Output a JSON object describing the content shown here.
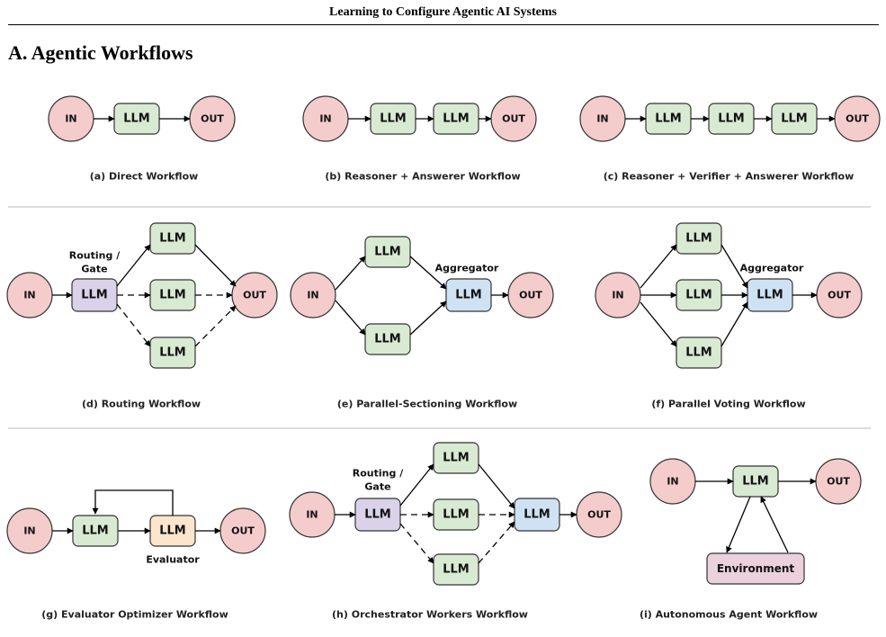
{
  "header": {
    "running_title": "Learning to Configure Agentic AI Systems"
  },
  "section": {
    "title": "A. Agentic Workflows"
  },
  "labels": {
    "in": "IN",
    "out": "OUT",
    "llm": "LLM",
    "routing_gate_1": "Routing /",
    "routing_gate_2": "Gate",
    "aggregator": "Aggregator",
    "evaluator": "Evaluator",
    "environment": "Environment"
  },
  "captions": {
    "a": "(a) Direct Workflow",
    "b": "(b) Reasoner + Answerer Workflow",
    "c": "(c) Reasoner + Verifier + Answerer Workflow",
    "d": "(d) Routing Workflow",
    "e": "(e) Parallel-Sectioning Workflow",
    "f": "(f) Parallel Voting Workflow",
    "g": "(g) Evaluator Optimizer Workflow",
    "h": "(h) Orchestrator Workers Workflow",
    "i": "(i) Autonomous Agent Workflow"
  },
  "colors": {
    "io_fill": "#f4cccc",
    "llm_fill": "#d9ead3",
    "router_fill": "#d9d2e9",
    "aggregator_fill": "#cfe2f3",
    "evaluator_fill": "#fce5cd",
    "environment_fill": "#ead1dc",
    "stroke": "#333333",
    "divider": "#bbbbbb"
  }
}
